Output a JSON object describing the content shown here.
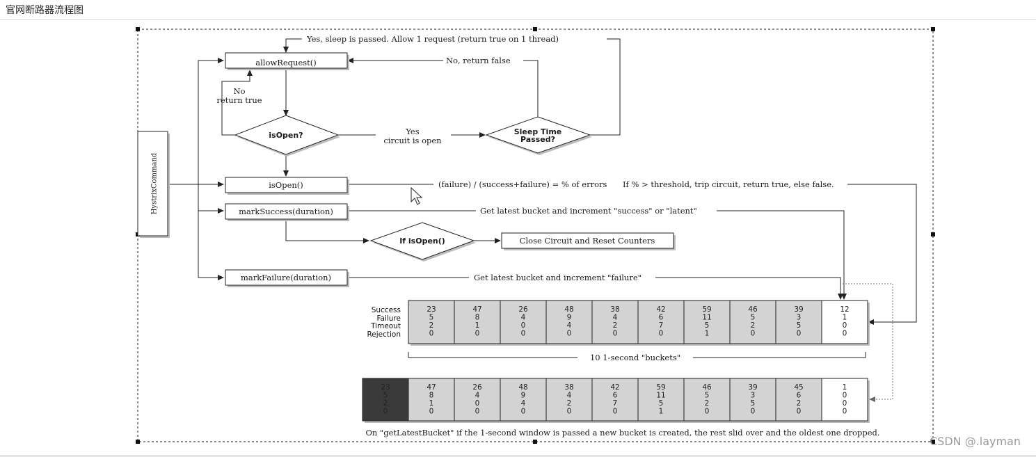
{
  "page": {
    "title": "官网断路器流程图",
    "watermark": "CSDN @.layman"
  },
  "diagram": {
    "side_box": "HystrixCommand",
    "nodes": {
      "allow_request": "allowRequest()",
      "is_open_q": "isOpen?",
      "sleep_q_line1": "Sleep Time",
      "sleep_q_line2": "Passed?",
      "is_open_call": "isOpen()",
      "mark_success": "markSuccess(duration)",
      "if_is_open": "If isOpen()",
      "close_circuit": "Close Circuit and Reset Counters",
      "mark_failure": "markFailure(duration)"
    },
    "labels": {
      "yes_sleep": "Yes, sleep is passed. Allow 1 request (return true on 1 thread)",
      "no_return_false": "No, return false",
      "no": "No",
      "return_true": "return true",
      "yes": "Yes",
      "circuit_is_open": "circuit is open",
      "error_formula": "(failure) / (success+failure) = % of errors",
      "threshold": "If % > threshold, trip circuit, return true, else false.",
      "success_increment": "Get latest bucket and increment \"success\" or \"latent\"",
      "failure_increment": "Get latest bucket and increment \"failure\"",
      "buckets_caption": "10 1-second \"buckets\"",
      "rolling_note": "On \"getLatestBucket\" if the 1-second window is passed a new bucket is created, the rest slid over and the oldest one dropped."
    },
    "row_labels": [
      "Success",
      "Failure",
      "Timeout",
      "Rejection"
    ],
    "buckets_top": [
      [
        23,
        5,
        2,
        0
      ],
      [
        47,
        8,
        1,
        0
      ],
      [
        26,
        4,
        0,
        0
      ],
      [
        48,
        9,
        4,
        0
      ],
      [
        38,
        4,
        2,
        0
      ],
      [
        42,
        6,
        7,
        0
      ],
      [
        59,
        11,
        5,
        1
      ],
      [
        46,
        5,
        2,
        0
      ],
      [
        39,
        3,
        5,
        0
      ],
      [
        12,
        1,
        0,
        0
      ]
    ],
    "buckets_bottom": [
      [
        23,
        5,
        2,
        0
      ],
      [
        47,
        8,
        1,
        0
      ],
      [
        26,
        4,
        0,
        0
      ],
      [
        48,
        9,
        4,
        0
      ],
      [
        38,
        4,
        2,
        0
      ],
      [
        42,
        6,
        7,
        0
      ],
      [
        59,
        11,
        5,
        1
      ],
      [
        46,
        5,
        2,
        0
      ],
      [
        39,
        3,
        5,
        0
      ],
      [
        45,
        6,
        2,
        0
      ],
      [
        1,
        0,
        0,
        0
      ]
    ],
    "colors": {
      "bucket_fill": "#d3d3d3",
      "current_bucket_fill": "#ffffff",
      "dropped_bucket_fill": "#3a3a3a",
      "line": "#222222"
    }
  }
}
